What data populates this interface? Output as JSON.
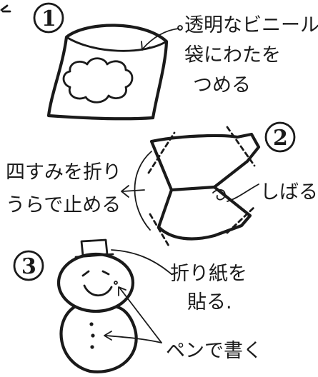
{
  "step1": {
    "number": "1",
    "label_lines": [
      "透明なビニール",
      "袋にわたを",
      "つめる"
    ]
  },
  "step2": {
    "number": "2",
    "fold_label_lines": [
      "四すみを折り",
      "うらで止める"
    ],
    "tie_label": "しばる"
  },
  "step3": {
    "number": "3",
    "paper_label_lines": [
      "折り紙を",
      "貼る."
    ],
    "pen_label": "ペンで書く"
  },
  "colors": {
    "ink": "#1a1a1a",
    "paper": "#ffffff",
    "hat_fill": "#8a8a8a"
  }
}
